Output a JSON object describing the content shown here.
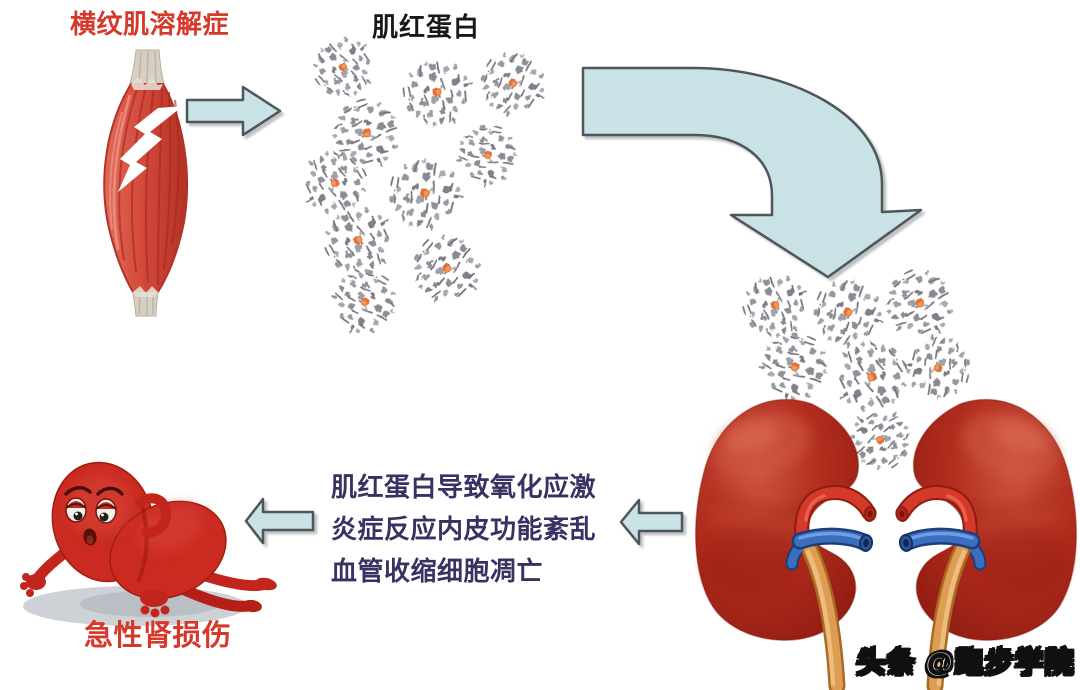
{
  "diagram": {
    "title": {
      "text": "横纹肌溶解症",
      "color": "#d6392c"
    },
    "myoglobin_label": {
      "text": "肌红蛋白",
      "color": "#181818"
    },
    "mechanism": {
      "lines": [
        "肌红蛋白导致氧化应激",
        "炎症反应内皮功能紊乱",
        "血管收缩细胞凋亡"
      ],
      "color": "#3a3163"
    },
    "outcome_label": {
      "text": "急性肾损伤",
      "color": "#d6392c"
    },
    "watermark": {
      "text": "头条 @跑步学院",
      "color": "#ffffff",
      "outline": "#101010"
    },
    "molecules": {
      "upper_group_count": 10,
      "lower_group_count": 7
    },
    "flow_summary": [
      "横纹肌溶解症(受损肌肉) → 释放肌红蛋白",
      "肌红蛋白 → 进入肾脏",
      "肾脏 → 肌红蛋白导致氧化应激/炎症反应/内皮功能紊乱/血管收缩/细胞凋亡 → 急性肾损伤"
    ],
    "colors": {
      "arrow_fill": "#c9e2e5",
      "arrow_stroke": "#4f565b",
      "muscle_red": "#cf4336",
      "tendon_tan": "#d6cfc2",
      "molecule_gray": "#97979f",
      "heme_orange": "#e07039",
      "kidney_red": "#a82416",
      "artery_red": "#d5392a",
      "vein_blue": "#3a6fc0",
      "ureter_orange": "#dd9d52",
      "cartoon_kidney_red": "#c3251c",
      "shadow_gray": "#c6cacf"
    }
  }
}
